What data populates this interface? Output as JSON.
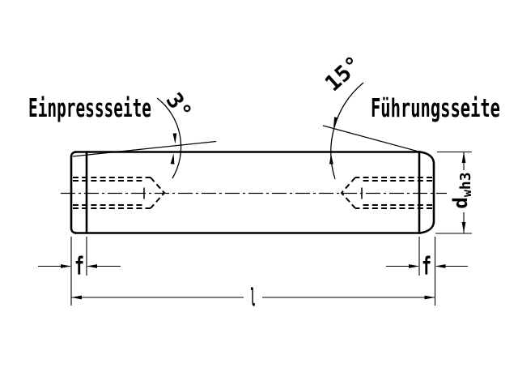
{
  "drawing": {
    "label_press_side": "Einpressseite",
    "label_guide_side": "Führungsseite",
    "angle_press_side": "3°",
    "angle_guide_side": "15°",
    "dim_chamfer_left": "f",
    "dim_chamfer_right": "f",
    "dim_length": "l",
    "dim_diameter_symbol": "d",
    "dim_diameter_subscript": "w",
    "dim_diameter_tolerance": "h3",
    "colors": {
      "line": "#000000",
      "background": "#ffffff"
    }
  }
}
